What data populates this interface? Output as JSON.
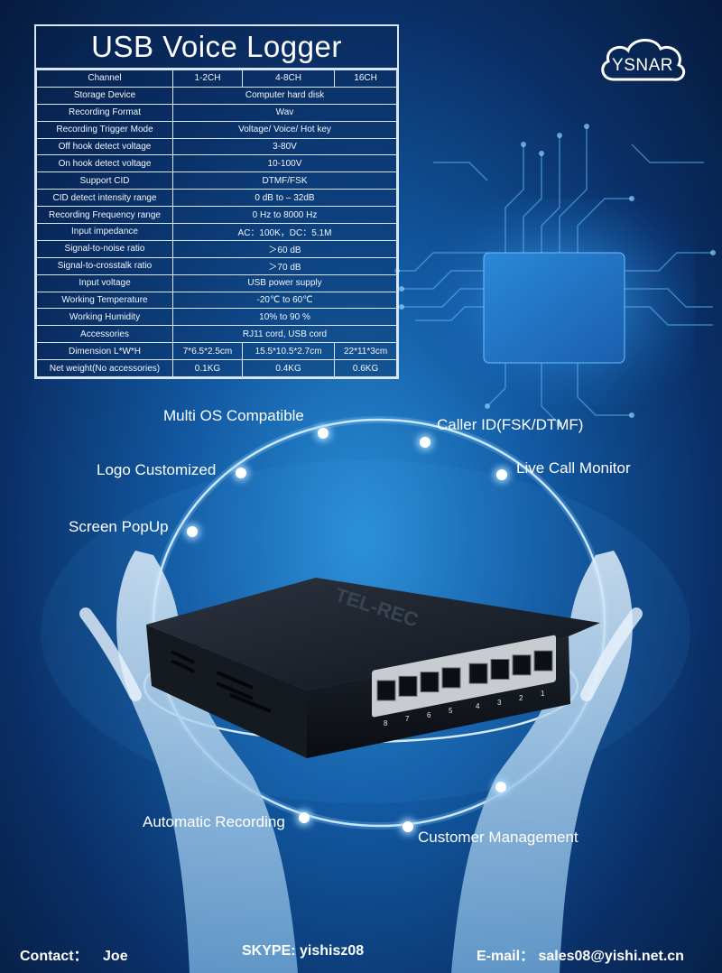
{
  "spec": {
    "title": "USB Voice Logger",
    "rows": [
      {
        "label": "Channel",
        "v1": "1-2CH",
        "v2": "4-8CH",
        "v3": "16CH"
      },
      {
        "label": "Storage Device",
        "value": "Computer hard disk"
      },
      {
        "label": "Recording Format",
        "value": "Wav"
      },
      {
        "label": "Recording Trigger Mode",
        "value": "Voltage/ Voice/ Hot key"
      },
      {
        "label": "Off hook detect voltage",
        "value": "3-80V"
      },
      {
        "label": "On hook detect voltage",
        "value": "10-100V"
      },
      {
        "label": "Support CID",
        "value": "DTMF/FSK"
      },
      {
        "label": "CID detect intensity range",
        "value": "0 dB to – 32dB"
      },
      {
        "label": "Recording Frequency range",
        "value": "0 Hz to 8000 Hz"
      },
      {
        "label": "Input impedance",
        "value": "AC：100K，DC：5.1M"
      },
      {
        "label": "Signal-to-noise ratio",
        "value": "＞60 dB"
      },
      {
        "label": "Signal-to-crosstalk ratio",
        "value": "＞70 dB"
      },
      {
        "label": "Input voltage",
        "value": "USB power supply"
      },
      {
        "label": "Working Temperature",
        "value": "-20℃ to 60℃"
      },
      {
        "label": "Working Humidity",
        "value": "10% to 90 %"
      },
      {
        "label": "Accessories",
        "value": "RJ11 cord, USB cord"
      },
      {
        "label": "Dimension L*W*H",
        "v1": "7*6.5*2.5cm",
        "v2": "15.5*10.5*2.7cm",
        "v3": "22*11*3cm"
      },
      {
        "label": "Net weight(No accessories)",
        "v1": "0.1KG",
        "v2": "0.4KG",
        "v3": "0.6KG"
      }
    ]
  },
  "logo": {
    "text": "YSNAR"
  },
  "features": {
    "multi_os": "Multi OS Compatible",
    "caller_id": "Caller ID(FSK/DTMF)",
    "logo_customized": "Logo Customized",
    "live_call": "Live Call Monitor",
    "screen_popup": "Screen PopUp",
    "automatic_recording": "Automatic Recording",
    "customer_management": "Customer Management"
  },
  "device": {
    "brand": "TEL-REC",
    "port_numbers": [
      "8",
      "7",
      "6",
      "5",
      "4",
      "3",
      "2",
      "1"
    ]
  },
  "contact": {
    "contact_label": "Contact：",
    "contact_name": "Joe",
    "skype": "SKYPE: yishisz08",
    "email_label": "E-mail：",
    "email": "sales08@yishi.net.cn"
  },
  "colors": {
    "background": "#125aa3",
    "table_border": "#d8e6f5",
    "glow": "#aadcff"
  }
}
